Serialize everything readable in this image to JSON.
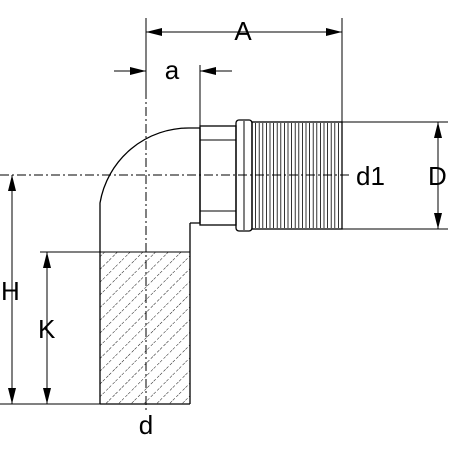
{
  "labels": {
    "A": "A",
    "a": "a",
    "d1": "d1",
    "D": "D",
    "H": "H",
    "K": "K",
    "d": "d"
  },
  "colors": {
    "line": "#000000",
    "background": "#ffffff"
  }
}
